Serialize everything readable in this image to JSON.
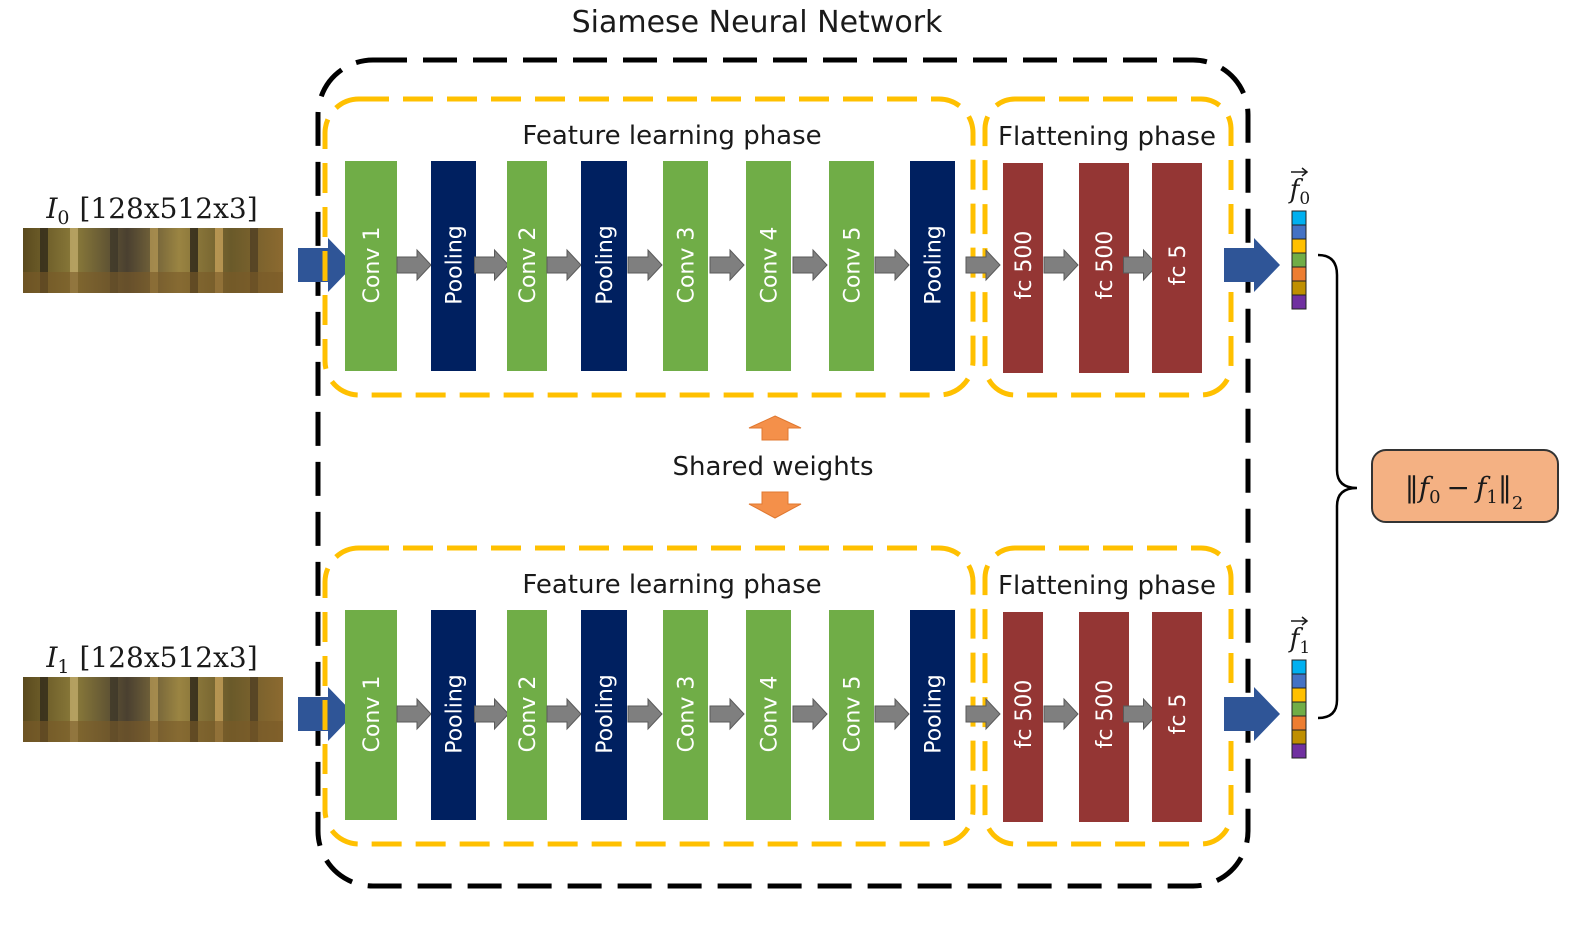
{
  "title": "Siamese Neural Network",
  "shared_weights": "Shared weights",
  "branches": [
    {
      "input_label": "I",
      "input_sub": "0",
      "input_dims": "[128x512x3]",
      "feature_phase": "Feature learning phase",
      "flatten_phase": "Flattening  phase",
      "output_vector": "f",
      "output_sub": "0"
    },
    {
      "input_label": "I",
      "input_sub": "1",
      "input_dims": "[128x512x3]",
      "feature_phase": "Feature learning phase",
      "flatten_phase": "Flattening  phase",
      "output_vector": "f",
      "output_sub": "1"
    }
  ],
  "conv_layers": [
    "Conv 1",
    "Pooling",
    "Conv 2",
    "Pooling",
    "Conv 3",
    "Conv 4",
    "Conv 5",
    "Pooling"
  ],
  "fc_layers": [
    "fc 500",
    "fc 500",
    "fc 5"
  ],
  "distance": {
    "norm_open": "‖",
    "f0": "f",
    "sub0": "0",
    "minus": "−",
    "f1": "f",
    "sub1": "1",
    "norm_close": "‖",
    "sub": "2"
  },
  "colors": {
    "conv": "#70ad47",
    "pool": "#002060",
    "fc": "#943634",
    "phase_border": "#ffc000",
    "network_border": "#000000",
    "arrow_input": "#2f5597",
    "arrow_small": "#7f7f7f",
    "shared_arrow": "#f4904a",
    "distance_box": "#f4b183",
    "vector_cells": [
      "#00b0f0",
      "#4472c4",
      "#ffc000",
      "#70ad47",
      "#ed7d31",
      "#bf8f00",
      "#7030a0"
    ]
  }
}
